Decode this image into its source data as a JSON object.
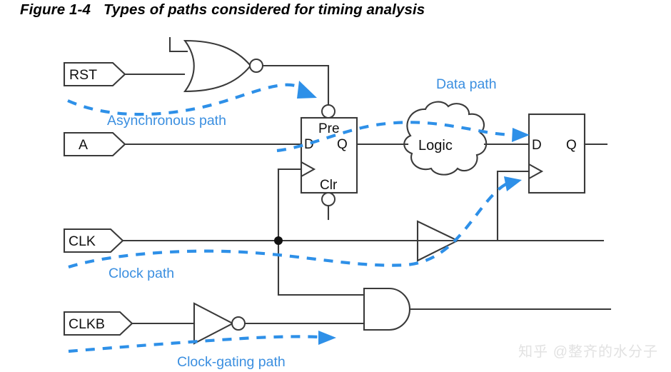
{
  "figure": {
    "number": "Figure 1-4",
    "title": "Types of paths considered for timing analysis"
  },
  "ports": [
    {
      "name": "RST",
      "label": "RST"
    },
    {
      "name": "A",
      "label": "A"
    },
    {
      "name": "CLK",
      "label": "CLK"
    },
    {
      "name": "CLKB",
      "label": "CLKB"
    }
  ],
  "blocks": {
    "nor_gate": {
      "type": "NOR",
      "label": ""
    },
    "flipflop1": {
      "type": "DFF",
      "pins": {
        "d": "D",
        "q": "Q",
        "pre": "Pre",
        "clr": "Clr"
      }
    },
    "logic_cloud": {
      "label": "Logic"
    },
    "flipflop2": {
      "type": "DFF",
      "pins": {
        "d": "D",
        "q": "Q"
      }
    },
    "buffer": {
      "type": "BUF",
      "label": ""
    },
    "inverter": {
      "type": "INV",
      "label": ""
    },
    "and_gate": {
      "type": "AND",
      "label": ""
    }
  },
  "annotations": [
    {
      "name": "asynchronous-path",
      "label": "Asynchronous path"
    },
    {
      "name": "data-path",
      "label": "Data path"
    },
    {
      "name": "clock-path",
      "label": "Clock path"
    },
    {
      "name": "clock-gating-path",
      "label": "Clock-gating path"
    }
  ],
  "colors": {
    "annotation_blue": "#2e90e8",
    "annotation_text_blue": "#3b8fe0",
    "wire_gray": "#3a3a3a",
    "background": "#ffffff",
    "watermark_gray": "#e2e2e2"
  },
  "watermark": {
    "text": "知乎 @整齐的水分子"
  }
}
